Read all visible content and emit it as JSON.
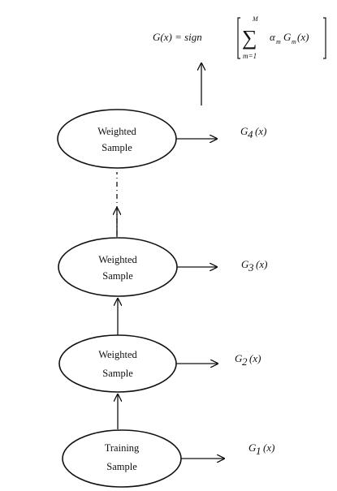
{
  "formula": {
    "lhs": "G(x) = sign",
    "sigma": "∑",
    "upper_limit": "M",
    "lower_limit": "m=1",
    "term": "α",
    "term_sub": "m",
    "model": "G",
    "model_sub": "m",
    "arg": "(x)"
  },
  "nodes": [
    {
      "line1": "Weighted",
      "line2": "Sample",
      "output": "G",
      "output_sub": "4",
      "output_arg": "(x)"
    },
    {
      "line1": "Weighted",
      "line2": "Sample",
      "output": "G",
      "output_sub": "3",
      "output_arg": "(x)"
    },
    {
      "line1": "Weighted",
      "line2": "Sample",
      "output": "G",
      "output_sub": "2",
      "output_arg": "(x)"
    },
    {
      "line1": "Training",
      "line2": "Sample",
      "output": "G",
      "output_sub": "1",
      "output_arg": "(x)"
    }
  ]
}
